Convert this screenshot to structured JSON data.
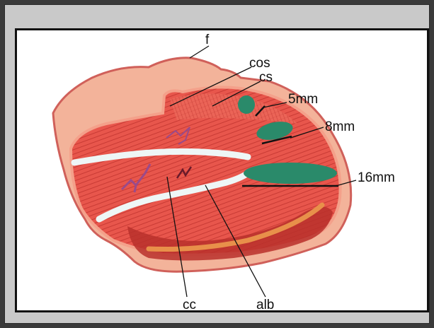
{
  "labels": {
    "f": "f",
    "cos": "cos",
    "cs": "cs",
    "mm5": "5mm",
    "mm8": "8mm",
    "mm16": "16mm",
    "cc": "cc",
    "alb": "alb"
  },
  "colors": {
    "outer_skin": "#f3b39a",
    "outer_edge": "#d0605a",
    "tissue_red": "#e8564c",
    "tissue_dark": "#b8302c",
    "tissue_pink": "#f4a08a",
    "lesion_green": "#2a8a6a",
    "vein_white": "#ffffff",
    "vessel_purple": "#9a4a8a"
  }
}
